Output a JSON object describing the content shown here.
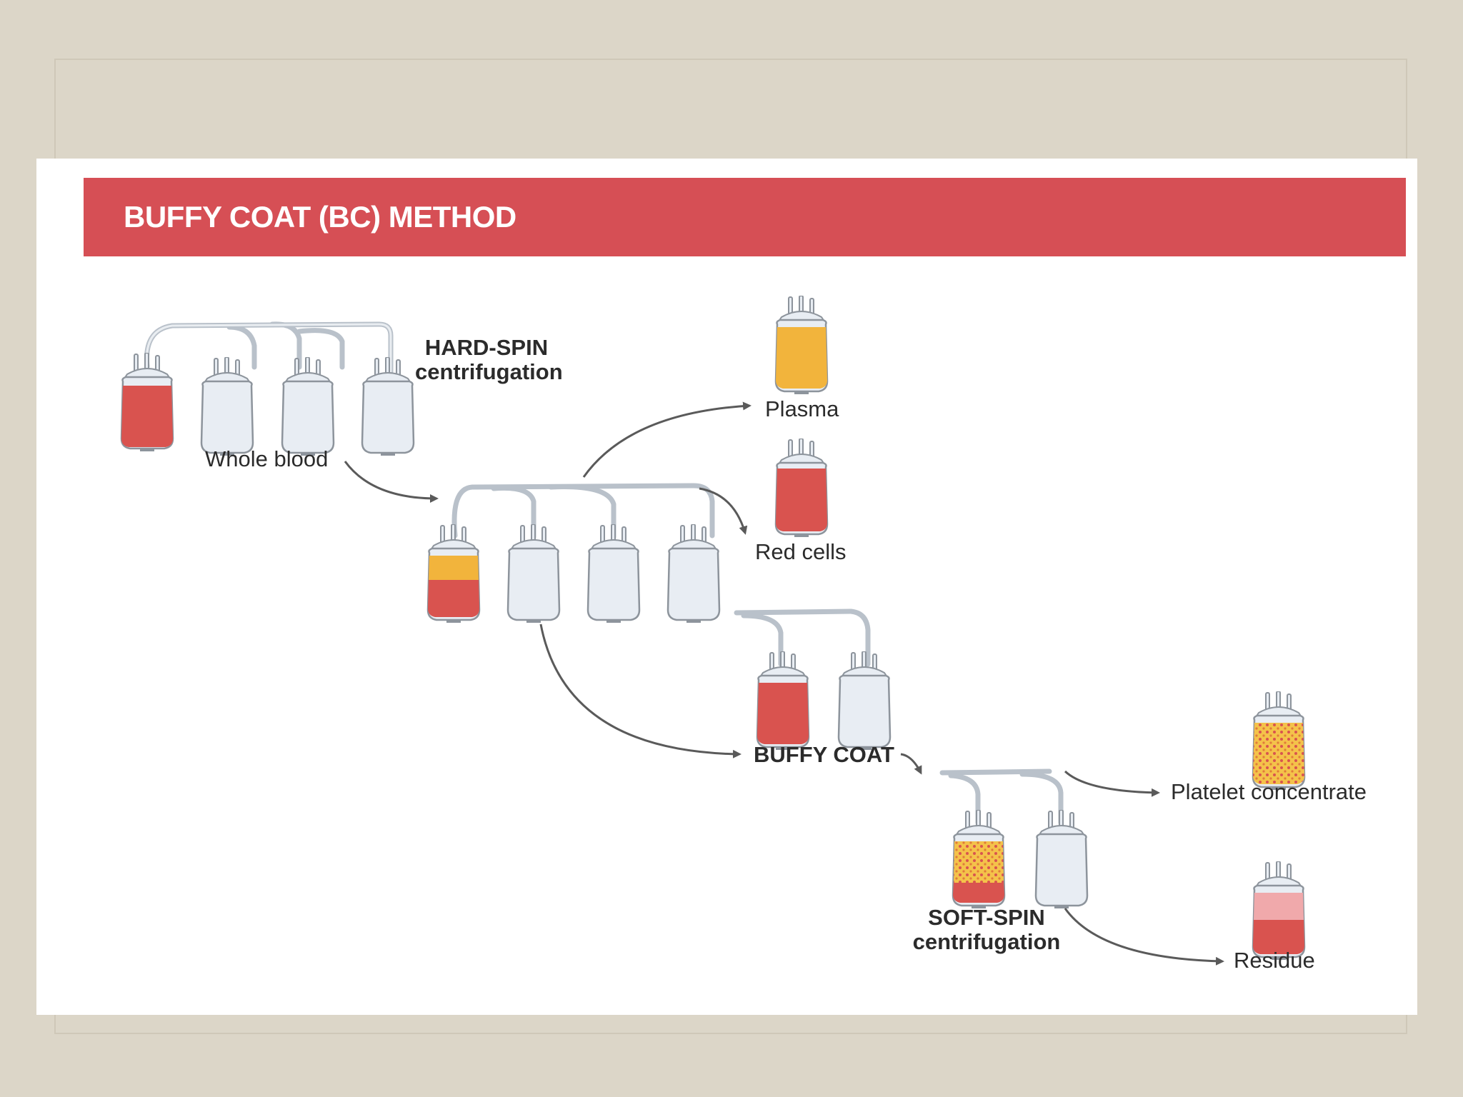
{
  "title": "BUFFY COAT (BC) METHOD",
  "labels": {
    "hard_spin_1": "HARD-SPIN",
    "hard_spin_2": "centrifugation",
    "whole_blood": "Whole blood",
    "plasma": "Plasma",
    "red_cells": "Red cells",
    "buffy_coat": "BUFFY COAT",
    "platelet_concentrate": "Platelet concentrate",
    "residue": "Residue",
    "soft_spin_1": "SOFT-SPIN",
    "soft_spin_2": "centrifugation"
  },
  "colors": {
    "banner": "#d64f55",
    "blood": "#d9534f",
    "plasma": "#f2b43c",
    "empty_bag": "#e8edf3",
    "tube": "#b9c1ca",
    "arrow": "#5a5a5a"
  }
}
